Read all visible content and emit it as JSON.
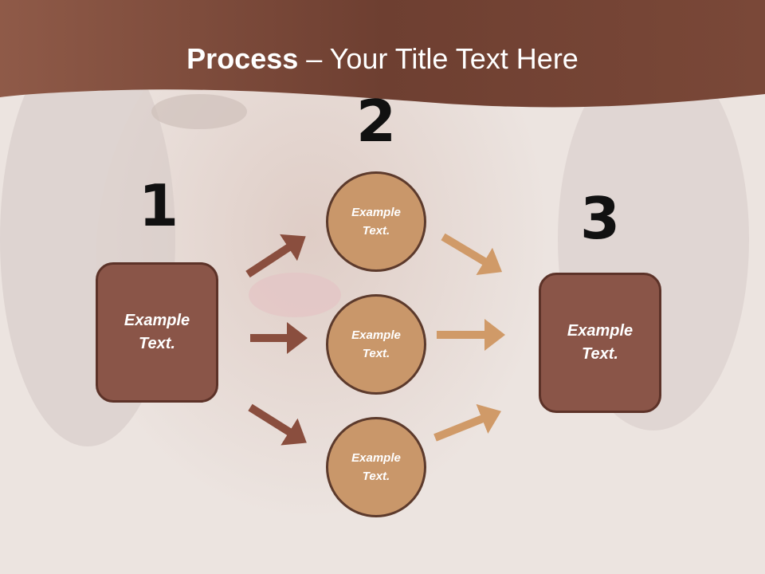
{
  "title": {
    "bold": "Process",
    "rest": " – Your Title Text Here"
  },
  "steps": {
    "one": "1",
    "two": "2",
    "three": "3"
  },
  "left_box": {
    "text1": "Example",
    "text2": "Text."
  },
  "right_box": {
    "text1": "Example",
    "text2": "Text."
  },
  "circles": [
    {
      "text1": "Example",
      "text2": "Text."
    },
    {
      "text1": "Example",
      "text2": "Text."
    },
    {
      "text1": "Example",
      "text2": "Text."
    }
  ],
  "colors": {
    "header": "#6e3f31",
    "box_fill": "#8a5548",
    "circle_fill": "#c9976a",
    "arrow_left": "#8a4e3e",
    "arrow_right": "#d09a68"
  }
}
